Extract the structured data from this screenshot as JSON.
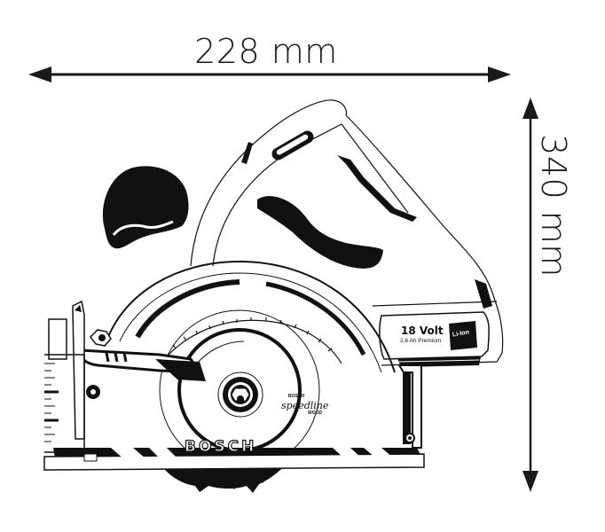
{
  "dimensions": {
    "width": {
      "value": 228,
      "unit": "mm",
      "label": "228 mm"
    },
    "height": {
      "value": 340,
      "unit": "mm",
      "label": "340 mm"
    }
  },
  "product": {
    "type": "cordless circular saw",
    "battery": {
      "voltage_label": "18 Volt",
      "capacity_label": "2,6 Ah Premium",
      "badge_label": "Li-Ion"
    },
    "blade": {
      "brand_label": "BOSCH",
      "name_label": "speedline",
      "type_label": "WOOD"
    },
    "base_plate": {
      "brand_label": "BOSCH"
    }
  },
  "colors": {
    "ink": "#111111",
    "paper": "#ffffff"
  }
}
